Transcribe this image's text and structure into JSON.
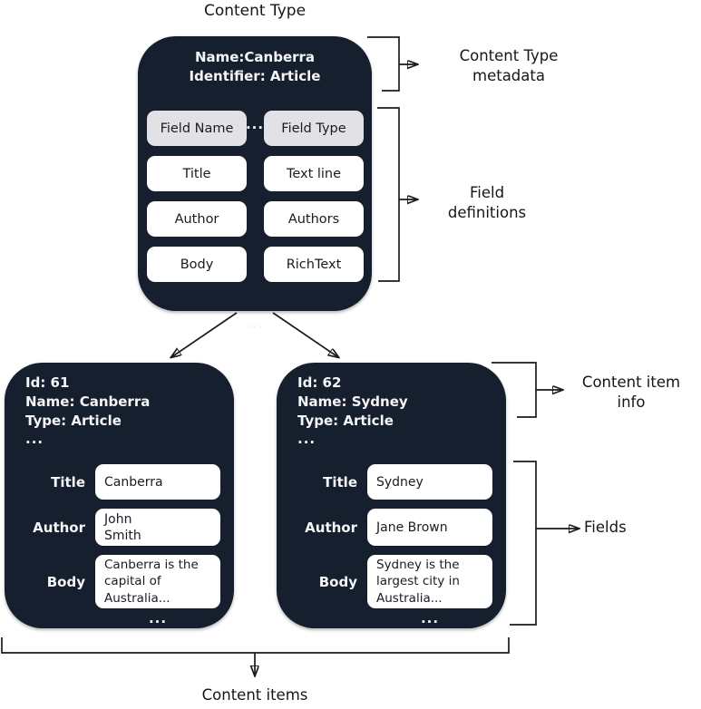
{
  "title": "Content Type",
  "colors": {
    "box_bg": "#161f2d",
    "chip_bg": "#ffffff",
    "chip_header_bg": "#e1e1e6",
    "line": "#1a1a1a"
  },
  "content_type_box": {
    "metadata": "Name:Canberra\nIdentifier: Article",
    "ellipsis_top": "...",
    "field_table": {
      "headers": [
        "Field Name",
        "Field Type"
      ],
      "rows": [
        [
          "Title",
          "Text line"
        ],
        [
          "Author",
          "Authors"
        ],
        [
          "Body",
          "RichText"
        ]
      ]
    },
    "ellipsis_bottom": "..."
  },
  "annotations": {
    "content_type_metadata": "Content Type\nmetadata",
    "field_definitions": "Field\ndefinitions",
    "content_item_info": "Content item\ninfo",
    "fields": "Fields",
    "content_items": "Content items"
  },
  "content_items": [
    {
      "info": "Id: 61\nName: Canberra\nType: Article",
      "ellipsis_top": "...",
      "fields": [
        {
          "label": "Title",
          "value": "Canberra"
        },
        {
          "label": "Author",
          "value": "John\nSmith"
        },
        {
          "label": "Body",
          "value": "Canberra is the\ncapital of\nAustralia..."
        }
      ],
      "ellipsis_bottom": "..."
    },
    {
      "info": "Id: 62\nName: Sydney\nType: Article",
      "ellipsis_top": "...",
      "fields": [
        {
          "label": "Title",
          "value": "Sydney"
        },
        {
          "label": "Author",
          "value": "Jane Brown"
        },
        {
          "label": "Body",
          "value": "Sydney is the\nlargest city in\nAustralia..."
        }
      ],
      "ellipsis_bottom": "..."
    }
  ]
}
